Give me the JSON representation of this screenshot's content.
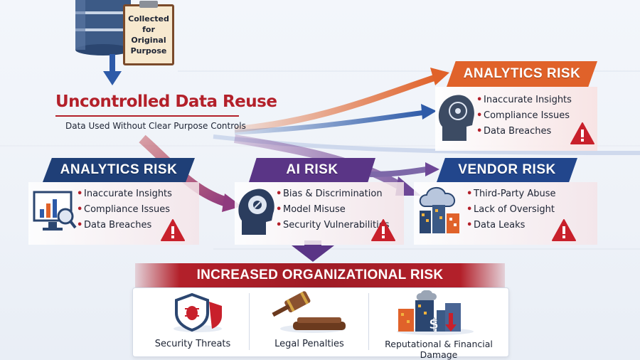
{
  "source": {
    "note_label": "Collected for Original Purpose"
  },
  "title": {
    "main": "Uncontrolled Data Reuse",
    "sub": "Data Used Without Clear Purpose Controls"
  },
  "top_right_risk": {
    "title": "ANALYTICS RISK",
    "items": [
      "Inaccurate Insights",
      "Compliance Issues",
      "Data Breaches"
    ]
  },
  "risks": [
    {
      "title": "ANALYTICS RISK",
      "items": [
        "Inaccurate Insights",
        "Compliance Issues",
        "Data Breaches"
      ],
      "color": "#1f3f77"
    },
    {
      "title": "AI RISK",
      "items": [
        "Bias & Discrimination",
        "Model Misuse",
        "Security Vulnerabilities"
      ],
      "color": "#5a3586"
    },
    {
      "title": "VENDOR RISK",
      "items": [
        "Third-Party Abuse",
        "Lack of Oversight",
        "Data Leaks"
      ],
      "color": "#22468c"
    }
  ],
  "outcome": {
    "title": "INCREASED ORGANIZATIONAL RISK",
    "items": [
      {
        "label": "Security Threats",
        "icon": "shield-bug-icon"
      },
      {
        "label": "Legal Penalties",
        "icon": "gavel-icon"
      },
      {
        "label": "Reputational & Financial Damage",
        "icon": "city-damage-icon"
      }
    ]
  },
  "colors": {
    "accent_red": "#b3202a",
    "orange": "#e0622a",
    "navy": "#1f3f77",
    "purple": "#5a3586"
  }
}
